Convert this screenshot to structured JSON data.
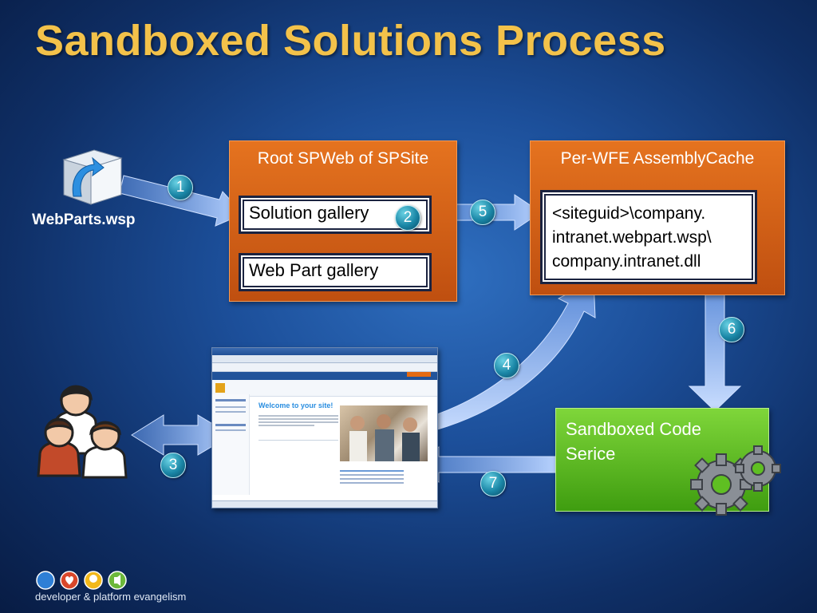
{
  "title": "Sandboxed Solutions Process",
  "package": {
    "label": "WebParts.wsp",
    "icon": "package-icon"
  },
  "root_box": {
    "header": "Root SPWeb of SPSite",
    "solution_gallery": "Solution gallery",
    "web_part_gallery": "Web Part gallery"
  },
  "cache_box": {
    "header": "Per-WFE AssemblyCache",
    "path_lines": [
      "<siteguid>\\company.",
      "intranet.webpart.wsp\\",
      "company.intranet.dll"
    ]
  },
  "sandbox_box": {
    "lines": [
      "Sandboxed Code",
      "Serice"
    ]
  },
  "steps": [
    "1",
    "2",
    "3",
    "4",
    "5",
    "6",
    "7"
  ],
  "browser": {
    "welcome": "Welcome to your site!"
  },
  "footer": {
    "text": "developer & platform evangelism"
  },
  "colors": {
    "title": "#f3c24a",
    "orange": "#d9631a",
    "green": "#5fbf22",
    "badge": "#1a86a6"
  }
}
